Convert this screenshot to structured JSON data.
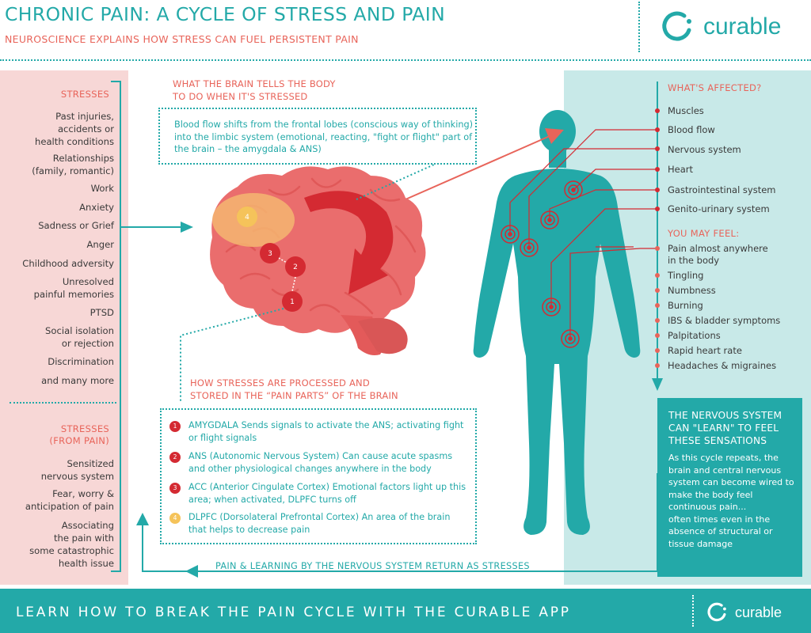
{
  "header": {
    "title": "CHRONIC PAIN: A CYCLE OF STRESS AND PAIN",
    "subtitle": "NEUROSCIENCE EXPLAINS HOW STRESS CAN FUEL PERSISTENT PAIN",
    "logo": "curable"
  },
  "stresses": {
    "heading": "STRESSES",
    "items": [
      "Past injuries,\naccidents or\nhealth conditions",
      "Relationships\n(family, romantic)",
      "Work",
      "Anxiety",
      "Sadness or Grief",
      "Anger",
      "Childhood adversity",
      "Unresolved\npainful memories",
      "PTSD",
      "Social isolation\nor rejection",
      "Discrimination",
      "and many more"
    ]
  },
  "stresses_from_pain": {
    "heading": "STRESSES\n(FROM PAIN)",
    "items": [
      "Sensitized\nnervous system",
      "Fear, worry &\nanticipation of pain",
      "Associating\nthe pain with\nsome catastrophic\nhealth issue"
    ]
  },
  "brain_tells": {
    "heading": "WHAT THE BRAIN TELLS THE BODY\nTO DO WHEN IT'S STRESSED",
    "text": "Blood flow shifts from the frontal lobes (conscious way of thinking) into the limbic system (emotional, reacting, \"fight or flight\" part of the brain – the amygdala & ANS)"
  },
  "processing": {
    "heading": "HOW STRESSES ARE PROCESSED AND\nSTORED IN THE “PAIN PARTS” OF THE BRAIN",
    "items": [
      {
        "num": "1",
        "text": "AMYGDALA Sends signals to activate the ANS; activating fight or flight signals",
        "color": "#d42a32"
      },
      {
        "num": "2",
        "text": "ANS (Autonomic Nervous System) Can cause acute spasms and other physiological changes anywhere in the body",
        "color": "#d42a32"
      },
      {
        "num": "3",
        "text": "ACC (Anterior Cingulate Cortex) Emotional factors light up this area; when activated, DLPFC turns off",
        "color": "#d42a32"
      },
      {
        "num": "4",
        "text": "DLPFC (Dorsolateral Prefrontal Cortex) An area of the brain that helps to decrease pain",
        "color": "#f5c35a"
      }
    ]
  },
  "affected": {
    "heading": "WHAT'S AFFECTED?",
    "items": [
      "Muscles",
      "Blood flow",
      "Nervous system",
      "Heart",
      "Gastrointestinal system",
      "Genito-urinary system"
    ]
  },
  "feel": {
    "heading": "YOU MAY FEEL:",
    "items": [
      "Pain almost anywhere\nin the body",
      "Tingling",
      "Numbness",
      "Burning",
      "IBS & bladder symptoms",
      "Palpitations",
      "Rapid heart rate",
      "Headaches & migraines"
    ]
  },
  "nervous_box": {
    "heading": "THE NERVOUS SYSTEM\nCAN \"LEARN\" TO FEEL\nTHESE SENSATIONS",
    "body": "As this cycle repeats, the brain and central nervous system can become wired to make the body feel continuous pain...\noften times even in the absence of structural or tissue damage"
  },
  "return_label": "PAIN & LEARNING BY THE NERVOUS SYSTEM RETURN AS STRESSES",
  "footer": {
    "text": "LEARN HOW TO BREAK THE PAIN CYCLE WITH THE CURABLE APP",
    "logo": "curable"
  },
  "brain_labels": [
    "1",
    "2",
    "3",
    "4"
  ],
  "colors": {
    "teal": "#23a9a8",
    "salmon": "#e8645a",
    "brain": "#ea6d6d",
    "red": "#d42a32",
    "yellow": "#f5c35a",
    "pink_panel": "#f7d7d6",
    "teal_panel": "#c8e9e8"
  },
  "icons": [
    "curable-logo-icon",
    "brain-illustration",
    "human-body-silhouette",
    "target-circle-icon",
    "arrow-icon"
  ]
}
